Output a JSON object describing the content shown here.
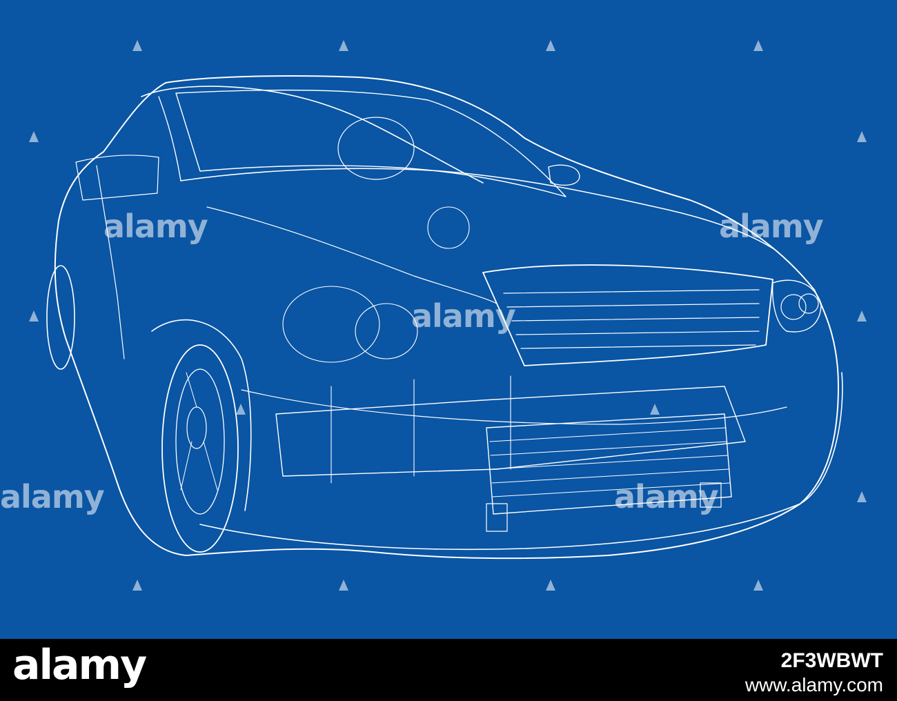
{
  "image": {
    "subject": "wireframe-car-blueprint",
    "colors": {
      "background": "#0a55a4",
      "lines": "#ffffff",
      "footer": "#000000"
    }
  },
  "watermark": {
    "text": "alamy"
  },
  "footer": {
    "logo": "alamy",
    "image_id": "2F3WBWT",
    "url": "www.alamy.com"
  }
}
